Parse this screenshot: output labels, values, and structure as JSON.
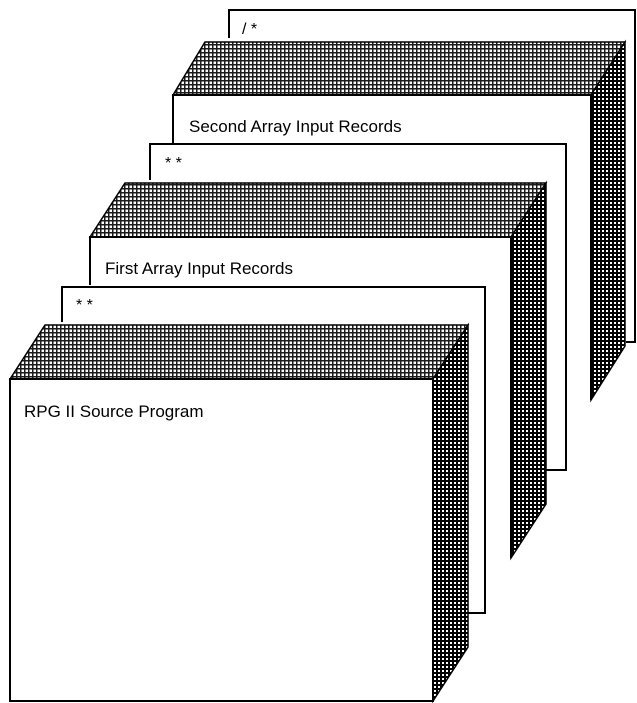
{
  "diagram": {
    "cards": [
      {
        "marker": "/ *"
      },
      {
        "label": "Second Array Input Records"
      },
      {
        "marker": "* *"
      },
      {
        "label": "First Array Input Records"
      },
      {
        "marker": "* *"
      },
      {
        "label": "RPG II Source Program"
      }
    ]
  },
  "colors": {
    "ink": "#000000",
    "paper": "#ffffff",
    "deck_shading": "#5a5a5a"
  }
}
